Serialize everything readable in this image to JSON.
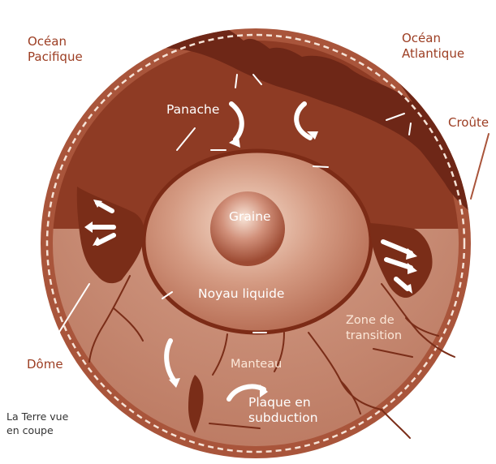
{
  "labels": {
    "ocean_pacific": "Océan\nPacifique",
    "ocean_atlantic": "Océan\nAtlantique",
    "crust": "Croûte",
    "plume": "Panache",
    "inner_core": "Graine",
    "liquid_core": "Noyau liquide",
    "transition_zone": "Zone de\ntransition",
    "dome": "Dôme",
    "mantle": "Manteau",
    "subducting_plate": "Plaque en\nsubduction",
    "caption": "La Terre vue\nen coupe"
  },
  "colors": {
    "label_outer": "#9c3d22",
    "mantle_upper": "#8e3b24",
    "mantle_lower": "#c2826a",
    "crust_ring": "#a9543a",
    "inner_core": "#d29079",
    "liquid_core": "#d9a18a",
    "arrows": "#ffffff",
    "continent": "#6e2717"
  },
  "icons": {
    "arrow": "white-curved-arrow-icon",
    "continent": "continent-silhouette-icon"
  }
}
